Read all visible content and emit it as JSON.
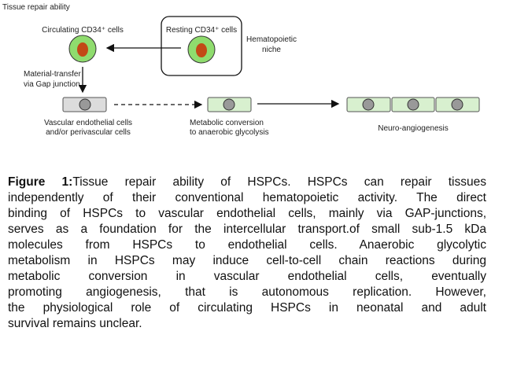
{
  "diagram": {
    "title": "Tissue repair ability",
    "circulating_label": "Circulating CD34⁺ cells",
    "resting_label": "Resting CD34⁺ cells",
    "niche_label": [
      "Hematopoietic",
      "niche"
    ],
    "transfer_label": [
      "Material-transfer",
      "via Gap junction"
    ],
    "vascular_label": [
      "Vascular endothelial cells",
      "and/or perivascular cells"
    ],
    "metabolic_label": [
      "Metabolic conversion",
      "to anaerobic glycolysis"
    ],
    "neuro_label": "Neuro-angiogenesis",
    "colors": {
      "green_cell": "#8fdc6e",
      "nucleus": "#c24a16",
      "gray_cell": "#dcdcdc",
      "light_green": "#d8f0cf"
    }
  },
  "caption": {
    "figure_label": "Figure 1:",
    "lines": [
      "Tissue repair ability of HSPCs. HSPCs can repair tissues",
      "independently of their conventional hematopoietic activity. The direct",
      "binding of HSPCs to vascular endothelial cells, mainly via GAP-junctions,",
      "serves as a foundation for the intercellular transport.of small sub-1.5 kDa",
      "molecules from HSPCs to endothelial cells. Anaerobic glycolytic",
      "metabolism in HSPCs may induce cell-to-cell chain reactions during",
      "metabolic conversion in vascular endothelial cells, eventually",
      "promoting angiogenesis, that is autonomous replication. However,",
      "the physiological role of circulating HSPCs in neonatal and adult",
      "survival remains unclear."
    ]
  }
}
